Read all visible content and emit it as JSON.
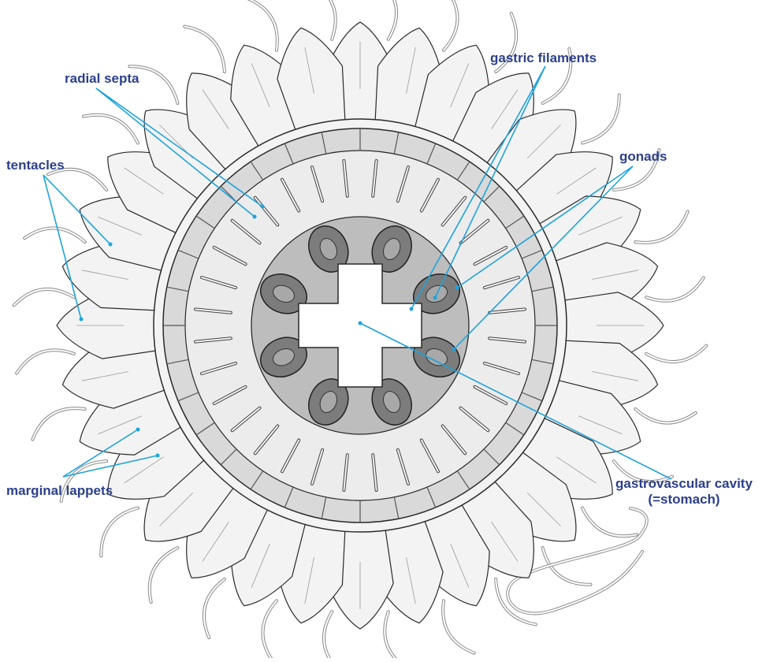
{
  "colors": {
    "leader": "#1ea3dc",
    "label": "#2b3f8f",
    "ink": "#2a2a2a",
    "bell_fill": "#f3f3f3",
    "ring_fill": "#d9d9d9",
    "gonad_fill": "#7c7c7c",
    "cavity_fill": "#ffffff"
  },
  "labels": {
    "radial_septa": "radial septa",
    "gastric_filaments": "gastric filaments",
    "tentacles": "tentacles",
    "gonads": "gonads",
    "marginal_lappets": "marginal lappets",
    "gastrovascular_cavity_line1": "gastrovascular cavity",
    "gastrovascular_cavity_line2": "(=stomach)"
  },
  "illustration": {
    "subject": "scyphozoan jellyfish, oral view",
    "lappet_count": 32,
    "gonad_count": 8,
    "icon": "jellyfish-drawing"
  }
}
